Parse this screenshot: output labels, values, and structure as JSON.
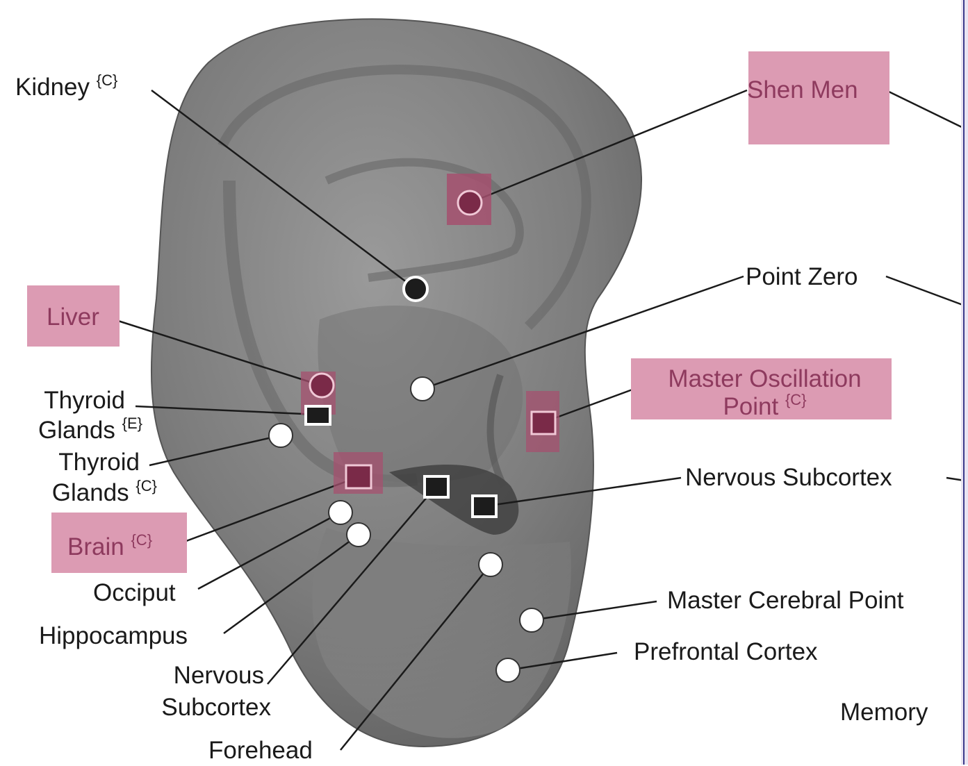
{
  "labels": {
    "kidney": "Kidney",
    "kidney_sup": "{C}",
    "shen_men": "Shen Men",
    "point_zero": "Point Zero",
    "liver": "Liver",
    "master_osc_1": "Master Oscillation",
    "master_osc_2": "Point",
    "master_osc_sup": "{C}",
    "thyroid_e_1": "Thyroid",
    "thyroid_e_2": "Glands",
    "thyroid_e_sup": "{E}",
    "thyroid_c_1": "Thyroid",
    "thyroid_c_2": "Glands",
    "thyroid_c_sup": "{C}",
    "nervous_subcortex_right": "Nervous Subcortex",
    "brain": "Brain",
    "brain_sup": "{C}",
    "occiput": "Occiput",
    "hippocampus": "Hippocampus",
    "nervous_subcortex_left_1": "Nervous",
    "nervous_subcortex_left_2": "Subcortex",
    "forehead": "Forehead",
    "master_cerebral": "Master Cerebral Point",
    "prefrontal": "Prefrontal Cortex",
    "memory": "Memory"
  },
  "colors": {
    "highlight": "#dc9bb3",
    "highlight_marker": "#9c4d6b",
    "marker_fill": "#7a2a48",
    "ear": "#7d7d7d"
  }
}
